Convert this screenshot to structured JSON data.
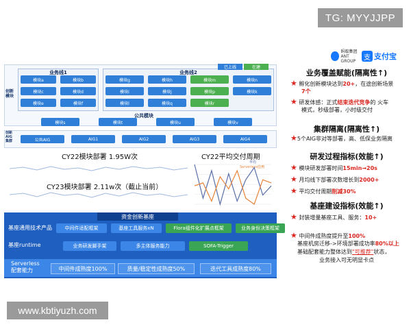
{
  "watermarks": {
    "top": "TG: MYYJJPP",
    "bottom": "www.kbtiyuzh.com"
  },
  "logos": {
    "ant_line1": "蚂蚁集团",
    "ant_line2": "ANT GROUP",
    "alipay": "支付宝",
    "alipay_icon": "支"
  },
  "arch": {
    "side_label_innovation": "创新\n模块",
    "business_line_1": "业务线1",
    "business_line_2": "业务线2",
    "online_tag": "已上线",
    "in_progress_tag": "在建",
    "bl1_modules": [
      "模块a",
      "模块b",
      "模块c",
      "模块d",
      "模块e",
      "模块f"
    ],
    "bl2_modules": [
      "模块g",
      "模块h",
      "模块m",
      "模块n",
      "模块i",
      "模块j",
      "模块p",
      "模块k",
      "模块l",
      "模块q",
      "模块r"
    ],
    "public_base": "公共模块",
    "public_modules": [
      "模块s",
      "模块t",
      "模块u",
      "模块v"
    ],
    "side_label_aig": "创新\nAIG\n集群",
    "aig_items": [
      "公共AIG",
      "AIG1",
      "AIG2",
      "AIG3",
      "AIG4"
    ]
  },
  "charts": {
    "cy22_deploy": "CY22模块部署 1.95W次",
    "cy23_deploy": "CY23模块部署 2.11w次（截止当前）",
    "cy22_cycle": "CY22平均交付周期",
    "legend_normal": "平均",
    "legend_serverless": "Serverless应用"
  },
  "chart_data": {
    "type": "line",
    "title": "CY22平均交付周期",
    "series": [
      {
        "name": "平均",
        "values": [
          34,
          12,
          30,
          8,
          28,
          10,
          24,
          32,
          14,
          20
        ]
      },
      {
        "name": "Serverless应用",
        "values": [
          20,
          22,
          10,
          26,
          18,
          30,
          12,
          8,
          24,
          22
        ]
      }
    ],
    "x": [
      1,
      2,
      3,
      4,
      5,
      6,
      7,
      8,
      9,
      10
    ],
    "grid": true,
    "legend": "top-right",
    "colors": [
      "#5a6fa8",
      "#e7853a"
    ]
  },
  "base": {
    "title": "资金创新基座",
    "row_tech": "基座通用技术产品",
    "row_runtime": "基座runtime",
    "tech_items": [
      "中间件适配框架",
      "基座工具服务xN",
      "Flora组件化扩展点框架",
      "业务身份决策框架"
    ],
    "runtime_items": [
      "业务研发脚手架",
      "多主体服务能力",
      "SOFA-Trigger"
    ],
    "serverless_label": "Serverless\n配套能力",
    "maturity": [
      "中间件成熟度100%",
      "质量/稳定性成熟度50%",
      "迭代工具成熟度80%"
    ]
  },
  "right": {
    "h1": "业务覆盖赋能(隔离性↑)",
    "l1a_pre": "孵化创新模块达到",
    "l1a_red": "20+",
    "l1a_post": "，在途创新场景",
    "l1b": "7个",
    "l2a_pre": "研发体感：正式",
    "l2a_red": "结束迭代竞争",
    "l2a_post": "的 火车",
    "l2b": "模式，秒级部署，小时级交付",
    "h2": "集群隔离(隔离性↑)",
    "l3": "5个AIG非对等部署，高、低保业务隔离",
    "h3": "研发过程指标(效能↑)",
    "l4_pre": "模块研发部署时间",
    "l4_red": "15min→20s",
    "l5_pre": "月均线下部署次数增长到",
    "l5_red": "2000+",
    "l6_pre": "平均交付周期",
    "l6_red": "削减30%",
    "h4": "基座建设指标(效能↑)",
    "l7_pre": "封装增量基座工具、服务：",
    "l7_red": "10+",
    "l8_pre": "中间件成熟度提升至",
    "l8_red": "100%",
    "l9_pre": "基座机房迁移->环境部署成功率",
    "l9_red": "80%以上",
    "l10_pre": "基础配套能力整体达到",
    "l10_red": "\"可推荐\"",
    "l10_post": "状态，",
    "l11": "业务接入可无明显卡点"
  }
}
